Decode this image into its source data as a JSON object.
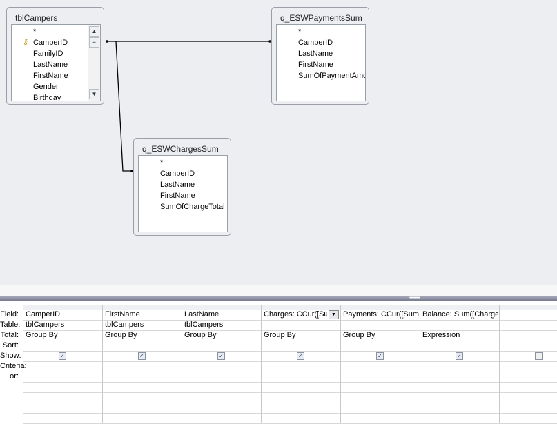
{
  "tables": [
    {
      "title": "tblCampers",
      "fields": [
        "*",
        "CamperID",
        "FamilyID",
        "LastName",
        "FirstName",
        "Gender",
        "Birthday"
      ],
      "key_field": "CamperID"
    },
    {
      "title": "q_ESWPaymentsSum",
      "fields": [
        "*",
        "CamperID",
        "LastName",
        "FirstName",
        "SumOfPaymentAmount"
      ]
    },
    {
      "title": "q_ESWChargesSum",
      "fields": [
        "*",
        "CamperID",
        "LastName",
        "FirstName",
        "SumOfChargeTotal"
      ]
    }
  ],
  "row_labels": [
    "Field:",
    "Table:",
    "Total:",
    "Sort:",
    "Show:",
    "Criteria:",
    "or:"
  ],
  "columns": [
    {
      "field": "CamperID",
      "table": "tblCampers",
      "total": "Group By",
      "show": true
    },
    {
      "field": "FirstName",
      "table": "tblCampers",
      "total": "Group By",
      "show": true
    },
    {
      "field": "LastName",
      "table": "tblCampers",
      "total": "Group By",
      "show": true
    },
    {
      "field": "Charges: CCur([SumOfChargeTotal])",
      "table": "",
      "total": "Group By",
      "show": true
    },
    {
      "field": "Payments: CCur([SumOfPaymentAmount])",
      "table": "",
      "total": "Group By",
      "show": true
    },
    {
      "field": "Balance: Sum([Charges]-[Payments])",
      "table": "",
      "total": "Expression",
      "show": true
    },
    {
      "field": "",
      "table": "",
      "total": "",
      "show": false
    }
  ]
}
